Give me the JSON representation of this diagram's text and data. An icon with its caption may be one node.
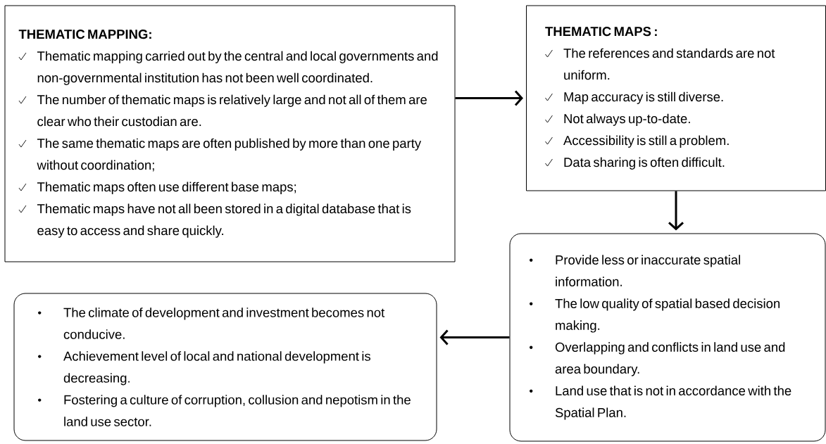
{
  "diagram": {
    "nodes": [
      {
        "text": [
          "THEMATIC MAPPING:",
          "Thematic mapping carried out by the central and local governments and non-governmental institution has not been well coordinated.",
          "The number of thematic maps is relatively large and not all of them are clear who their custodian are.",
          "The same thematic maps are often published by more than one party without coordination;",
          "Thematic maps often use different base maps;",
          "Thematic maps have not all been stored in a digital database that is easy to access and share quickly."
        ]
      },
      {
        "text": [
          "THEMATIC MAPS :",
          "The references and standards are not uniform.",
          "Map accuracy is still diverse.",
          "Not always up-to-date.",
          "Accessibility is still a problem.",
          "Data sharing is often difficult."
        ]
      },
      {
        "text": [
          "Provide less or inaccurate spatial information.",
          "The low quality of spatial based decision making.",
          "Overlapping and conflicts in land use and area boundary.",
          "Land use that is not in accordance with the Spatial Plan."
        ]
      },
      {
        "text": [
          "The climate of development and investment becomes not conducive.",
          "Achievement level of local and national development is decreasing.",
          "Fostering a culture of corruption, collusion and nepotism in the land use sector."
        ]
      }
    ],
    "edges": [
      {
        "from": 0,
        "to": 1,
        "arrow": "to"
      },
      {
        "from": 1,
        "to": 2,
        "arrow": "to"
      },
      {
        "from": 2,
        "to": 3,
        "arrow": "to"
      }
    ]
  }
}
